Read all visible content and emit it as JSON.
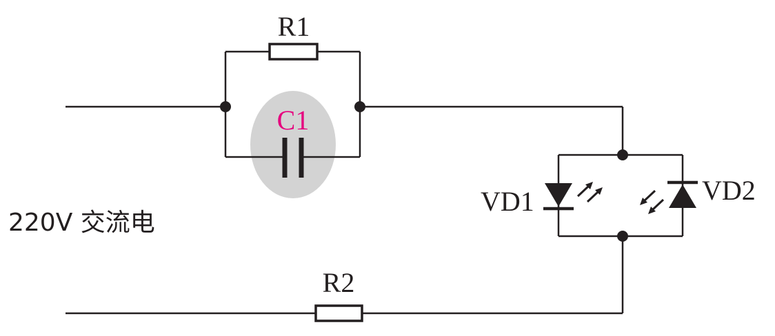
{
  "labels": {
    "r1": "R1",
    "c1": "C1",
    "r2": "R2",
    "vd1": "VD1",
    "vd2": "VD2",
    "source": "220V 交流电"
  },
  "colors": {
    "line": "#231f20",
    "highlight_text": "#e6007e",
    "highlight_fill": "#d3d3d3"
  }
}
